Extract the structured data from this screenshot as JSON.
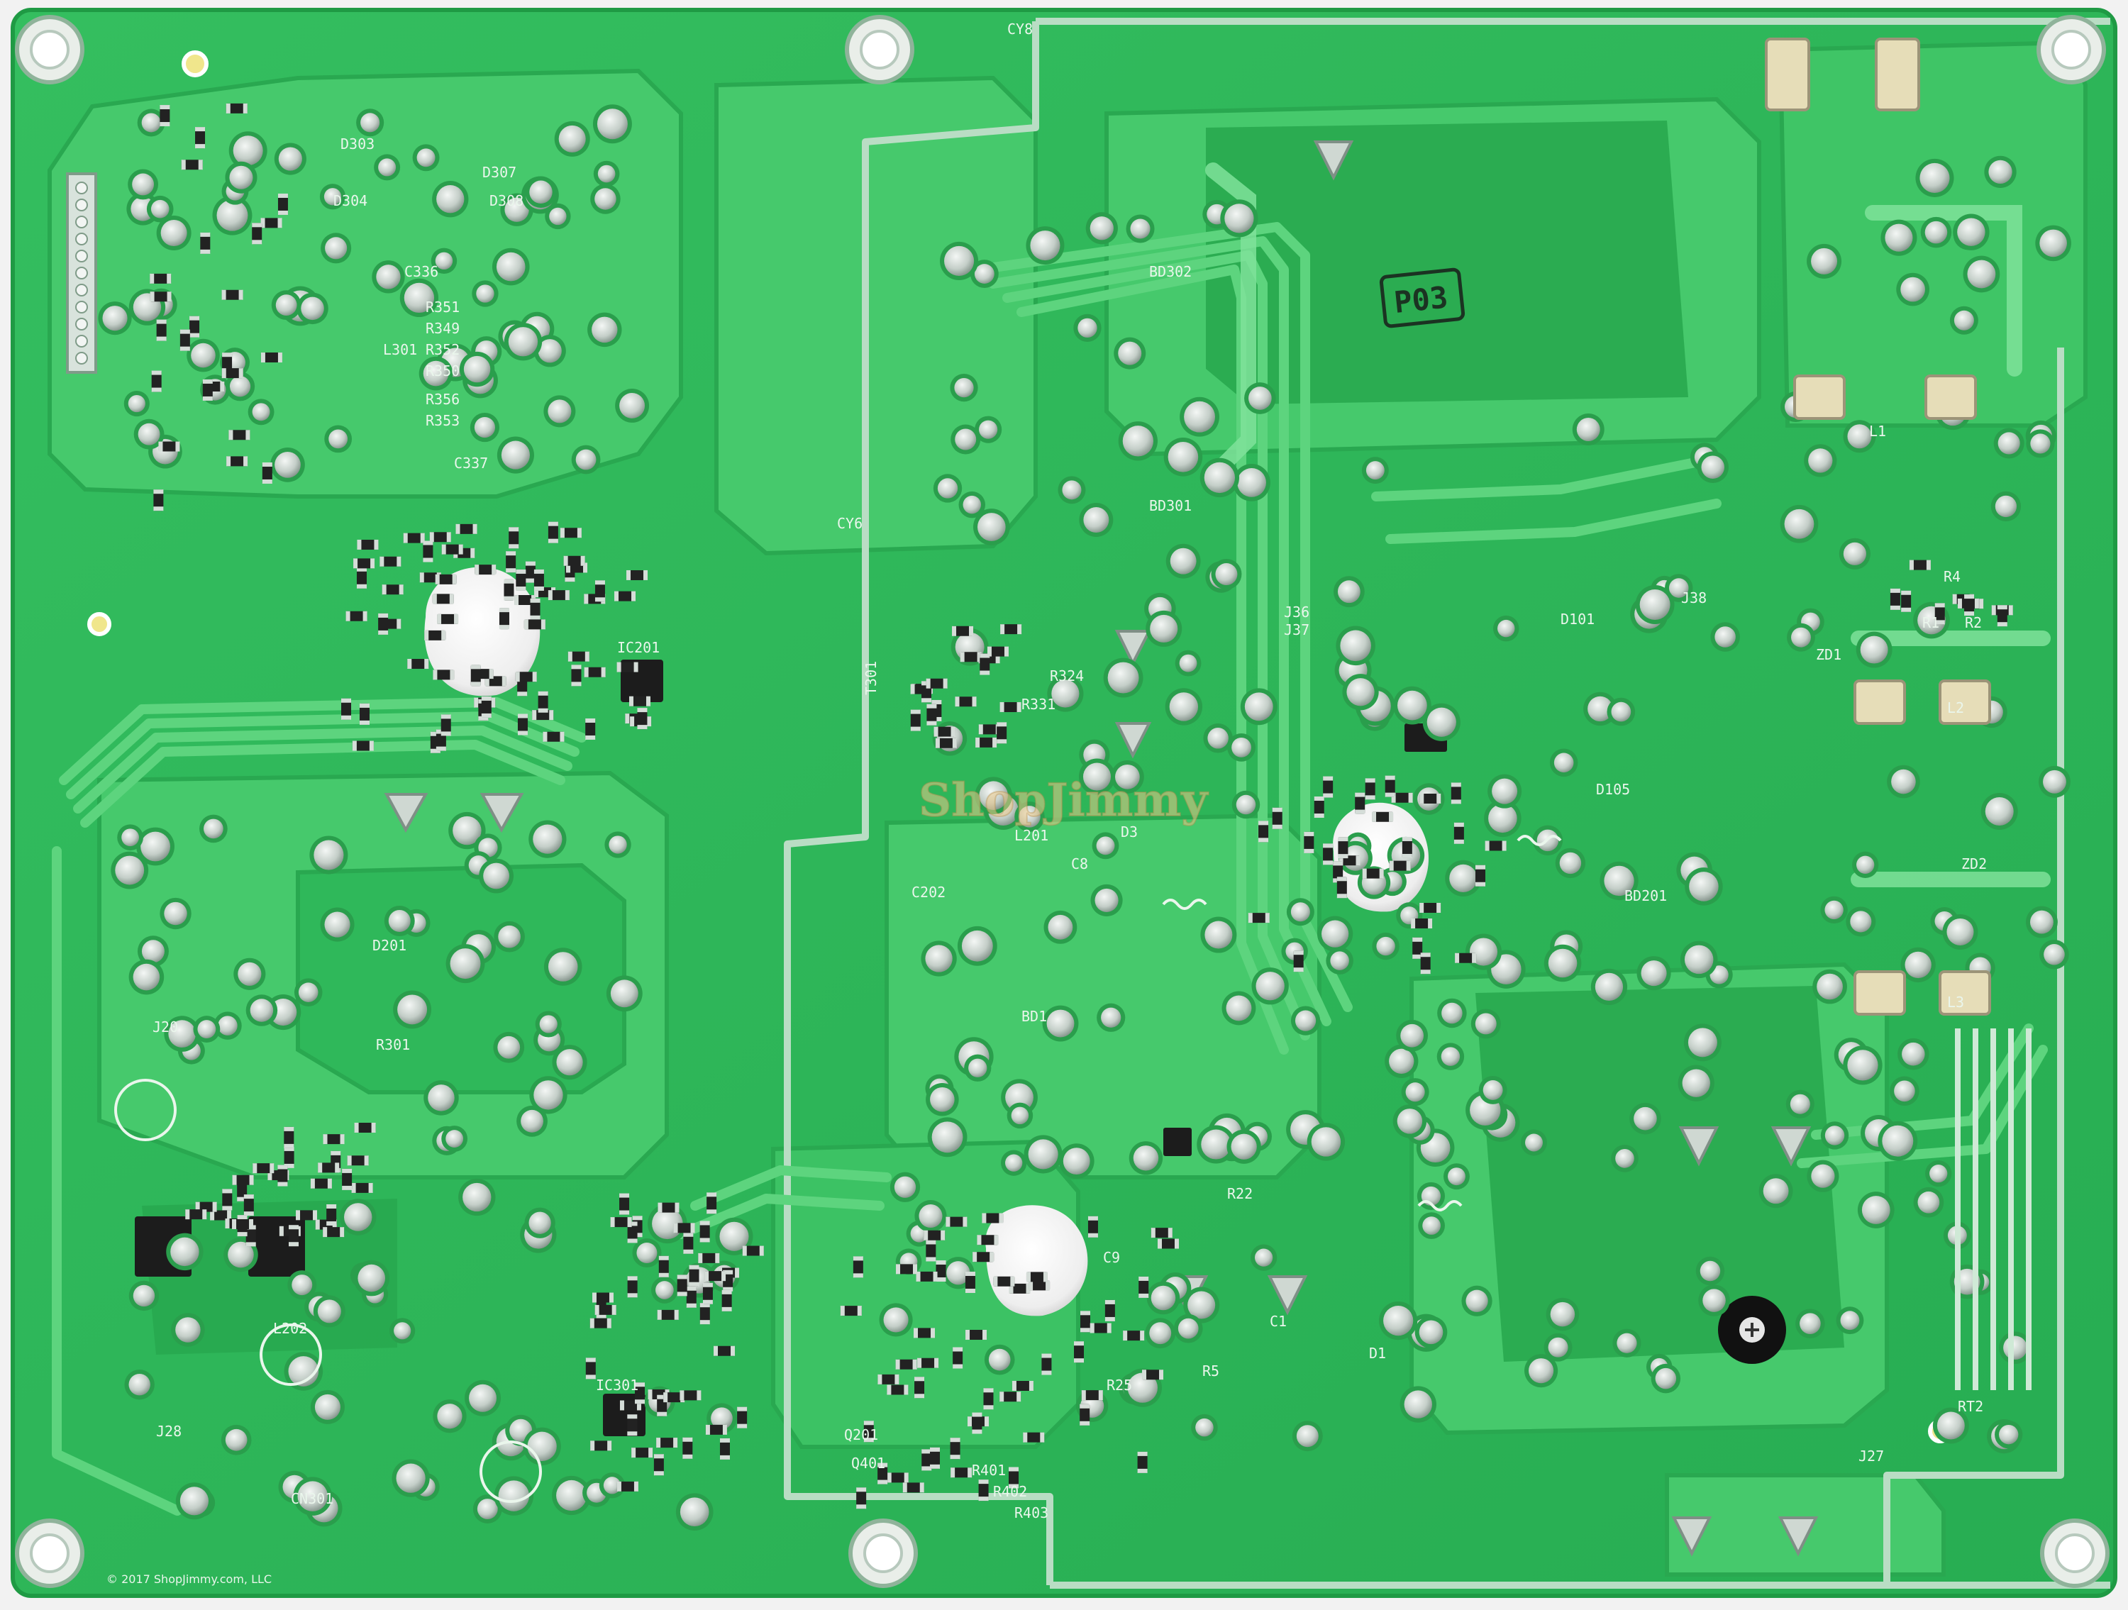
{
  "photo": {
    "subject": "Printed circuit board, solder side",
    "colors": {
      "background": "#f2f2f2",
      "board": "#2fb85a",
      "board_dark": "#1f9a44",
      "copper_pour": "#46c96c",
      "pour_dark": "#28a84f",
      "trace": "#5dd47e",
      "solder": "#cfd8d2",
      "solder_shadow": "#8a9a90",
      "component_black": "#1c1c1c",
      "silk": "#eaf6ec",
      "hot_glue": "#f5f5f5",
      "isolation_line": "#b9ddc4"
    },
    "watermark": {
      "text": "ShopJimmy",
      "color": "#e9c98a"
    },
    "handwritten_mark": {
      "text": "P03"
    },
    "copyright": {
      "text": "© 2017 ShopJimmy.com, LLC"
    },
    "silkscreen_labels": [
      "R351",
      "R349",
      "R352",
      "R350",
      "R356",
      "R353",
      "L301",
      "C337",
      "C336",
      "D303",
      "D304",
      "D307",
      "D308",
      "T301",
      "CY6",
      "CY8",
      "BD302",
      "BD301",
      "R331",
      "R324",
      "J36",
      "J37",
      "J38",
      "D101",
      "D105",
      "BD201",
      "D201",
      "R301",
      "L202",
      "CN301",
      "IC301",
      "IC201",
      "ZD1",
      "D1",
      "R22",
      "RT2",
      "L1",
      "L2",
      "L3",
      "R1",
      "R2",
      "R4",
      "C202",
      "Q201",
      "Q401",
      "R401",
      "R402",
      "R403",
      "BD1",
      "L201",
      "J20",
      "J28",
      "J27",
      "D3",
      "ZD2",
      "C1",
      "R5",
      "R25",
      "C8",
      "C9"
    ]
  }
}
